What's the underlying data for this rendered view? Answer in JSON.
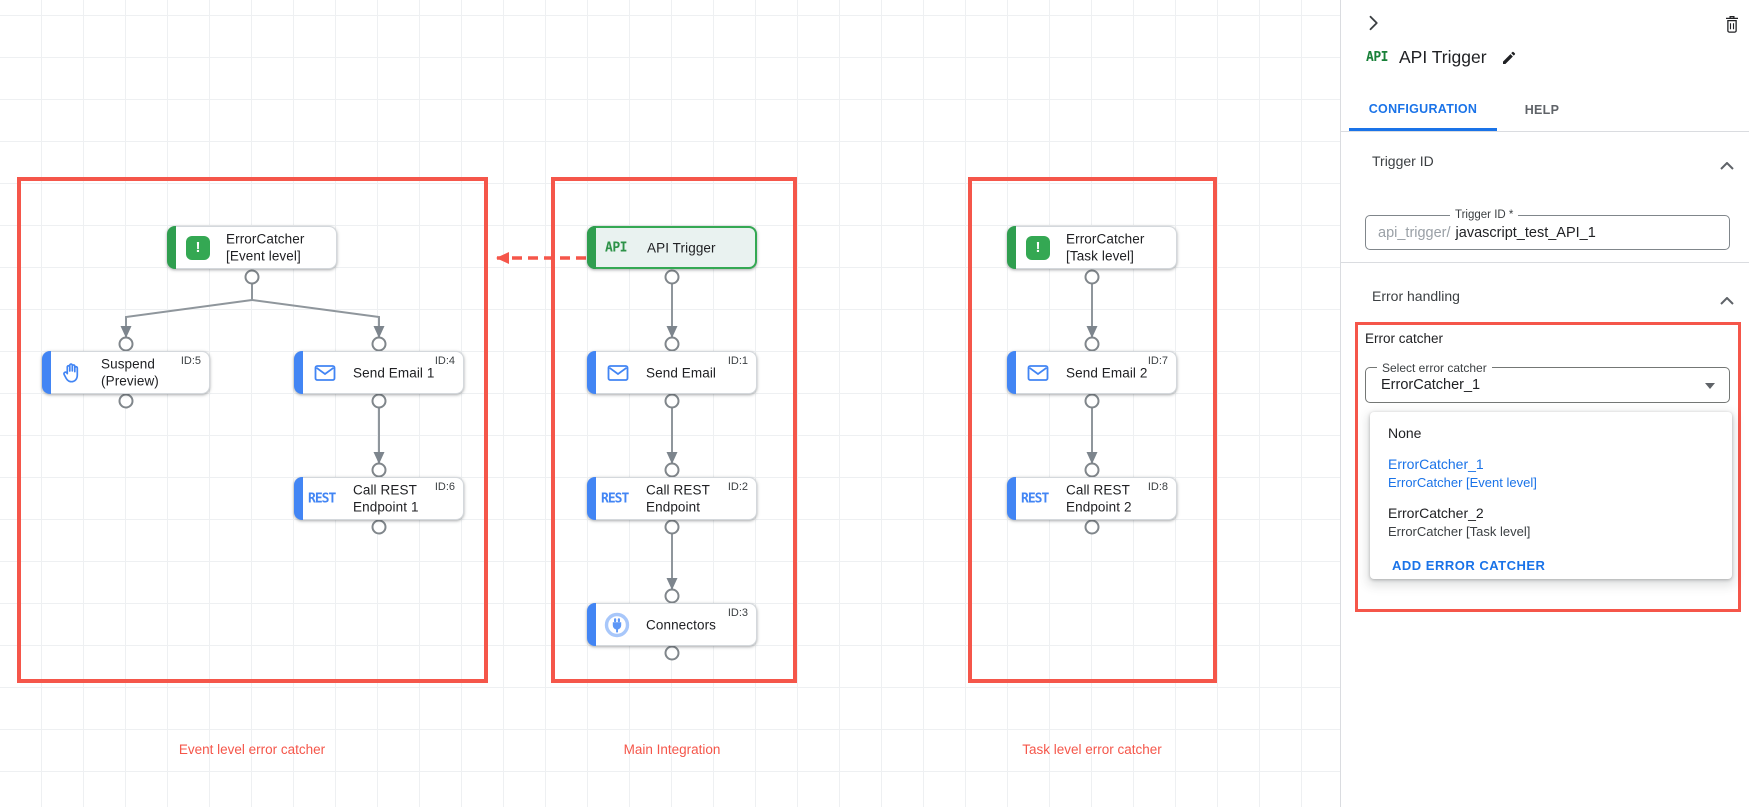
{
  "canvas": {
    "groups": [
      {
        "label": "Event level error catcher"
      },
      {
        "label": "Main Integration"
      },
      {
        "label": "Task level error catcher"
      }
    ],
    "nodes": {
      "error_catcher_event": {
        "label": "ErrorCatcher\n[Event level]"
      },
      "suspend": {
        "label": "Suspend\n(Preview)",
        "id": "ID:5"
      },
      "send_email_1": {
        "label": "Send Email 1",
        "id": "ID:4"
      },
      "call_rest_1": {
        "label": "Call REST\nEndpoint 1",
        "id": "ID:6",
        "icon_text": "REST"
      },
      "api_trigger": {
        "label": "API Trigger",
        "icon_text": "API"
      },
      "send_email": {
        "label": "Send Email",
        "id": "ID:1"
      },
      "call_rest": {
        "label": "Call REST\nEndpoint",
        "id": "ID:2",
        "icon_text": "REST"
      },
      "connectors": {
        "label": "Connectors",
        "id": "ID:3"
      },
      "error_catcher_task": {
        "label": "ErrorCatcher\n[Task level]"
      },
      "send_email_2": {
        "label": "Send Email 2",
        "id": "ID:7"
      },
      "call_rest_2": {
        "label": "Call REST\nEndpoint 2",
        "id": "ID:8",
        "icon_text": "REST"
      }
    }
  },
  "panel": {
    "title": "API Trigger",
    "title_icon_text": "API",
    "tabs": {
      "configuration": "CONFIGURATION",
      "help": "HELP"
    },
    "trigger_id_section": {
      "heading": "Trigger ID",
      "field_label": "Trigger ID *",
      "field_prefix": "api_trigger/",
      "field_value": "javascript_test_API_1"
    },
    "error_handling_section": {
      "heading": "Error handling",
      "group_label": "Error catcher",
      "select_label": "Select error catcher",
      "select_value": "ErrorCatcher_1",
      "dropdown": {
        "none_label": "None",
        "options": [
          {
            "name": "ErrorCatcher_1",
            "description": "ErrorCatcher [Event level]"
          },
          {
            "name": "ErrorCatcher_2",
            "description": "ErrorCatcher [Task level]"
          }
        ],
        "add_label": "ADD ERROR CATCHER"
      }
    }
  },
  "colors": {
    "red_outline": "#f5564a",
    "red_dot": "#e8210c",
    "blue_accent": "#4285f4",
    "green_accent": "#34a853",
    "tab_active_blue": "#1a73e8",
    "connector_gray": "#8f969c"
  }
}
